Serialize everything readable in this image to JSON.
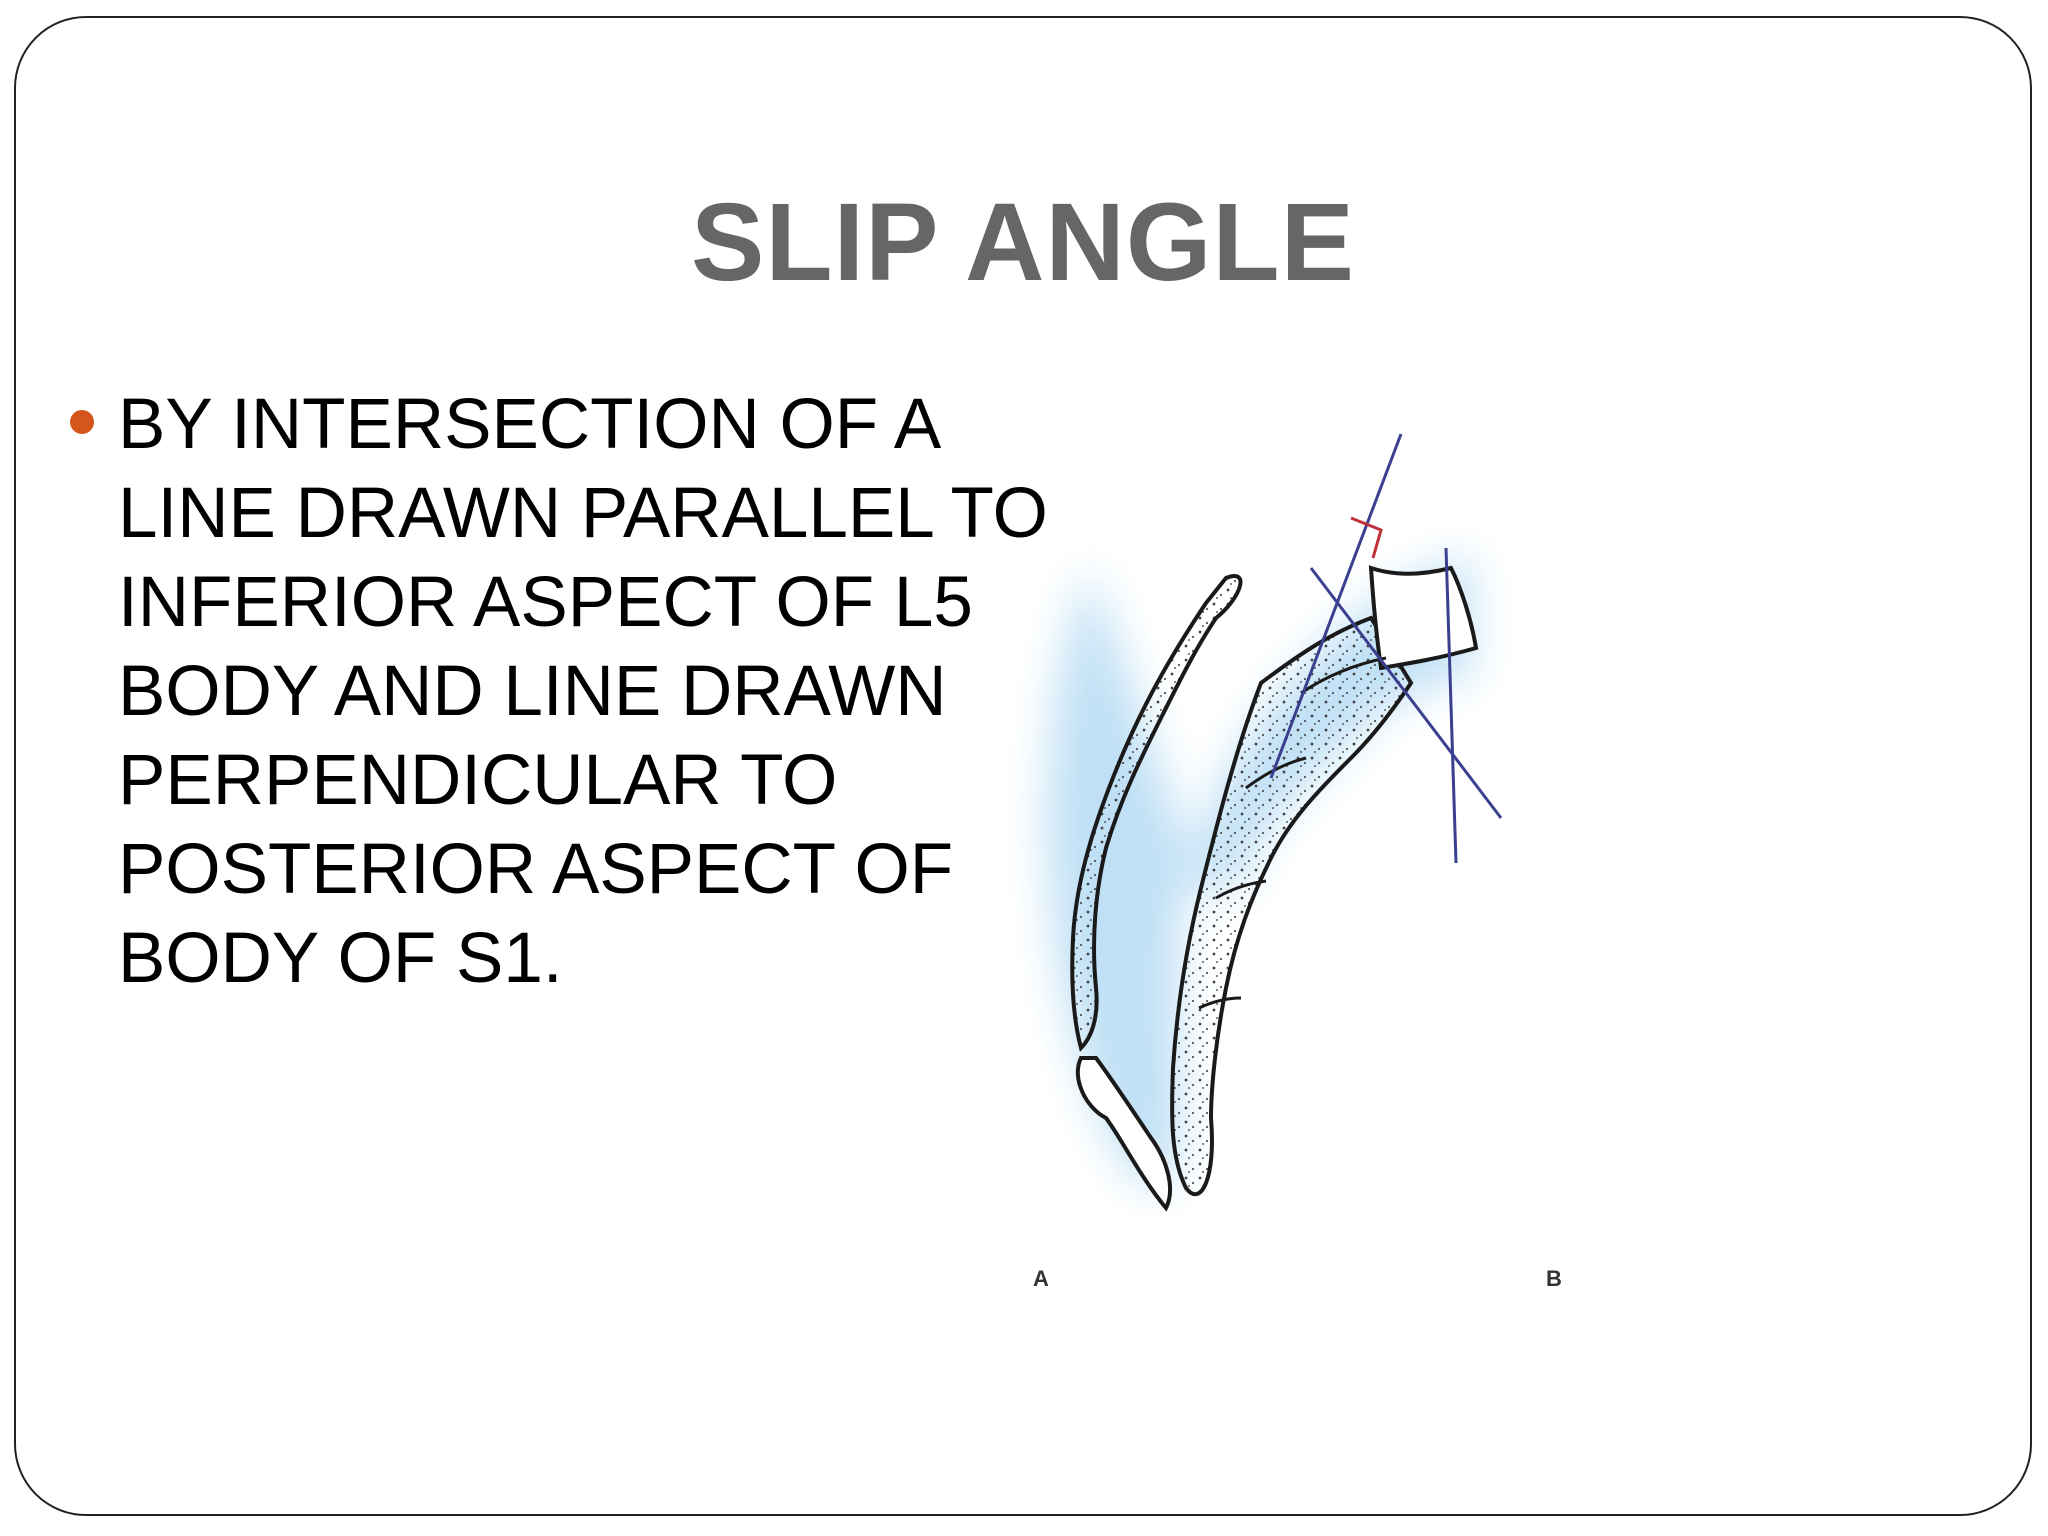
{
  "slide": {
    "title": "SLIP ANGLE",
    "bullets": [
      {
        "text": "BY INTERSECTION OF A LINE DRAWN PARALLEL TO INFERIOR ASPECT OF L5 BODY AND LINE DRAWN PERPENDICULAR TO POSTERIOR ASPECT OF BODY OF S1.",
        "bullet_color": "#d4561c"
      }
    ]
  },
  "figure": {
    "panels": [
      {
        "label": "A"
      },
      {
        "label": "B"
      }
    ],
    "colors": {
      "halo": "#bfe0f5",
      "bone_outline": "#1a1a1a",
      "reference_line": "#3a3f8f",
      "right_angle_marker": "#c0303a"
    }
  }
}
